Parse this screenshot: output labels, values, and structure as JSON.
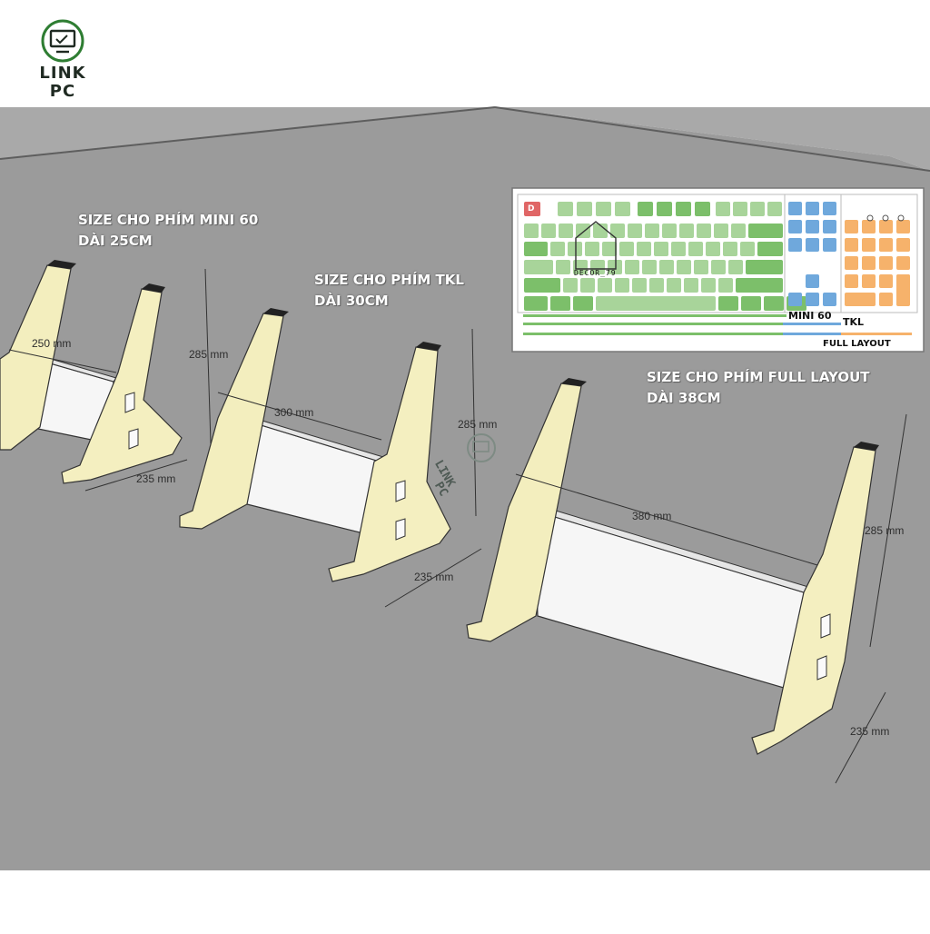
{
  "brand": {
    "logo_line1": "LINK",
    "logo_line2": "PC",
    "accent_green": "#2e7d32",
    "icon": "monitor-icon"
  },
  "scene": {
    "wall_color": "#a8a8a8",
    "floor_color": "#9a9a9a",
    "wood_color": "#f4efc0",
    "panel_color": "#f7f7f7"
  },
  "stands": [
    {
      "label_line1": "SIZE CHO PHÍM MINI 60",
      "label_line2": "DÀI 25CM",
      "width_label": "250 mm",
      "height_label": "285 mm",
      "depth_label": "235 mm"
    },
    {
      "label_line1": "SIZE CHO PHÍM TKL",
      "label_line2": "DÀI 30CM",
      "width_label": "300 mm",
      "height_label": "285 mm",
      "depth_label": "235 mm"
    },
    {
      "label_line1": "SIZE CHO PHÍM FULL LAYOUT",
      "label_line2": "DÀI 38CM",
      "width_label": "380 mm",
      "height_label": "285 mm",
      "depth_label": "235 mm"
    }
  ],
  "keyboard_diagram": {
    "decor_text": "DECOR_79",
    "mini_label": "MINI 60",
    "tkl_label": "TKL",
    "full_label": "FULL LAYOUT",
    "esc_key": "D",
    "colors": {
      "main": "#a8d49a",
      "main_dark": "#7cbf6a",
      "nav": "#6fa8dc",
      "numpad": "#f6b26b",
      "esc": "#e06666"
    }
  }
}
